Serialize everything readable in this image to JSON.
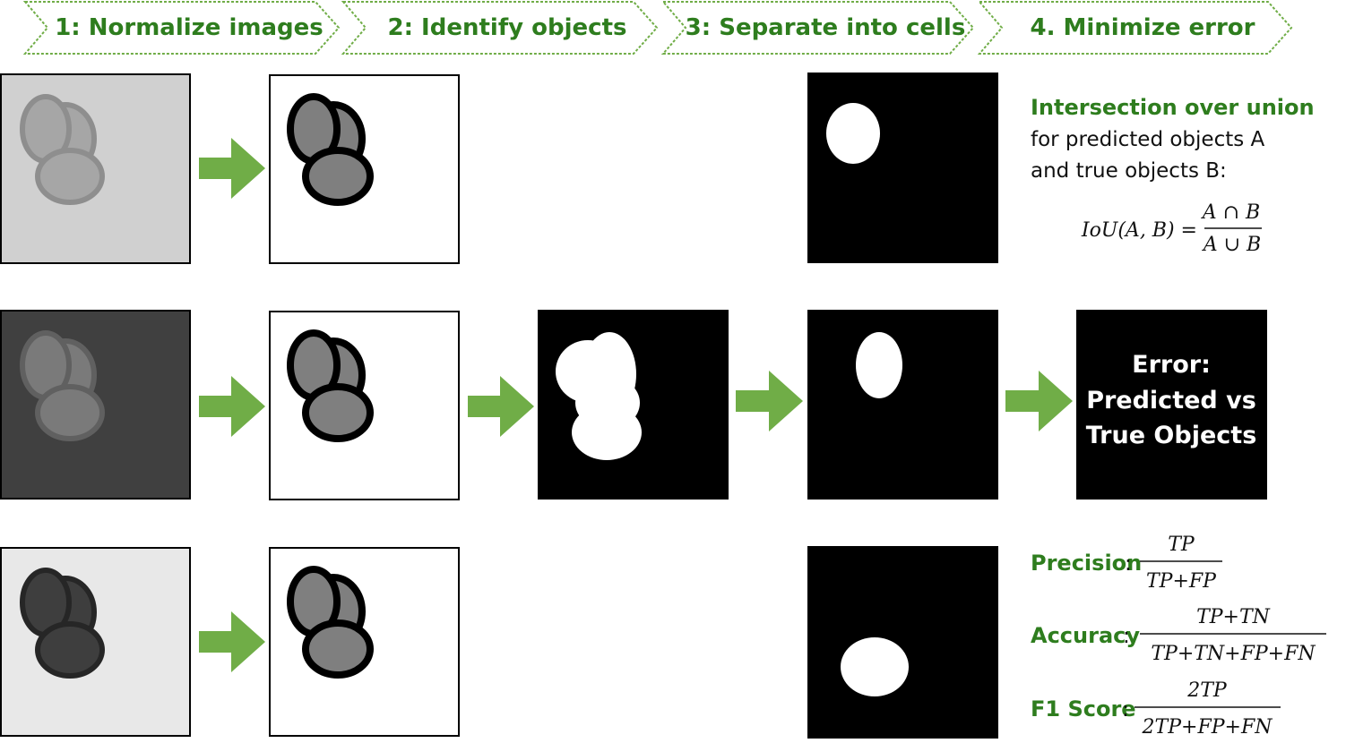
{
  "steps": [
    {
      "label": "1: Normalize images"
    },
    {
      "label": "2: Identify objects"
    },
    {
      "label": "3: Separate into cells"
    },
    {
      "label": "4. Minimize error"
    }
  ],
  "iou": {
    "title": "Intersection over union",
    "line1": "for predicted objects A",
    "line2": "and true objects B:",
    "formula_lhs": "IoU(A, B) =",
    "numerator": "A ∩ B",
    "denominator": "A ∪ B"
  },
  "error_box": {
    "line1": "Error:",
    "line2": "Predicted vs",
    "line3": "True Objects"
  },
  "metrics": [
    {
      "label": "Precision",
      "colon": ":",
      "numerator": "TP",
      "denominator": "TP+FP"
    },
    {
      "label": "Accuracy",
      "colon": ":",
      "numerator": "TP+TN",
      "denominator": "TP+TN+FP+FN"
    },
    {
      "label": "F1 Score",
      "colon": ":",
      "numerator": "2TP",
      "denominator": "2TP+FP+FN"
    }
  ],
  "colors": {
    "accent_green": "#2e7d1e",
    "arrow_green": "#70ad47",
    "chevron_border": "#70ad47"
  }
}
